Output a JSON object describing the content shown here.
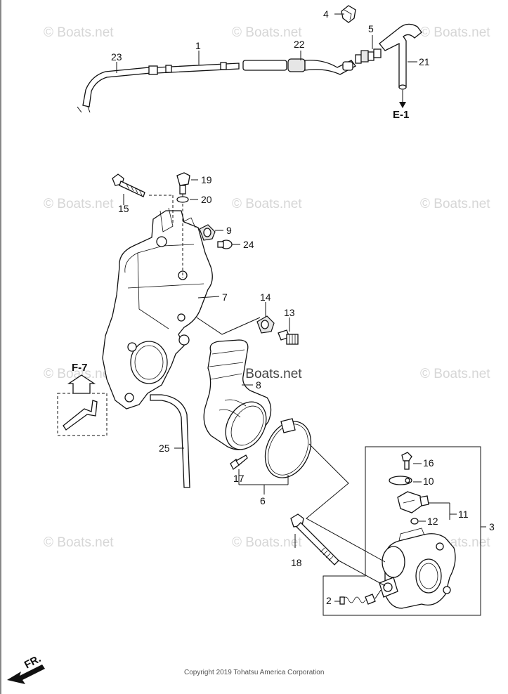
{
  "callouts": [
    {
      "id": "c1",
      "text": "1"
    },
    {
      "id": "c2",
      "text": "2"
    },
    {
      "id": "c3",
      "text": "3"
    },
    {
      "id": "c4",
      "text": "4"
    },
    {
      "id": "c5",
      "text": "5"
    },
    {
      "id": "c6",
      "text": "6"
    },
    {
      "id": "c7",
      "text": "7"
    },
    {
      "id": "c8",
      "text": "8"
    },
    {
      "id": "c9",
      "text": "9"
    },
    {
      "id": "c10",
      "text": "10"
    },
    {
      "id": "c11",
      "text": "11"
    },
    {
      "id": "c12",
      "text": "12"
    },
    {
      "id": "c13",
      "text": "13"
    },
    {
      "id": "c14",
      "text": "14"
    },
    {
      "id": "c15",
      "text": "15"
    },
    {
      "id": "c16",
      "text": "16"
    },
    {
      "id": "c17",
      "text": "17"
    },
    {
      "id": "c18",
      "text": "18"
    },
    {
      "id": "c19",
      "text": "19"
    },
    {
      "id": "c20",
      "text": "20"
    },
    {
      "id": "c21",
      "text": "21"
    },
    {
      "id": "c22",
      "text": "22"
    },
    {
      "id": "c23",
      "text": "23"
    },
    {
      "id": "c24",
      "text": "24"
    },
    {
      "id": "c25",
      "text": "25"
    }
  ],
  "references": {
    "e1": "E-1",
    "f7": "F-7"
  },
  "watermark": "© Boats.net",
  "direction_label": "FR.",
  "copyright": "Copyright 2019 Tohatsu America Corporation"
}
